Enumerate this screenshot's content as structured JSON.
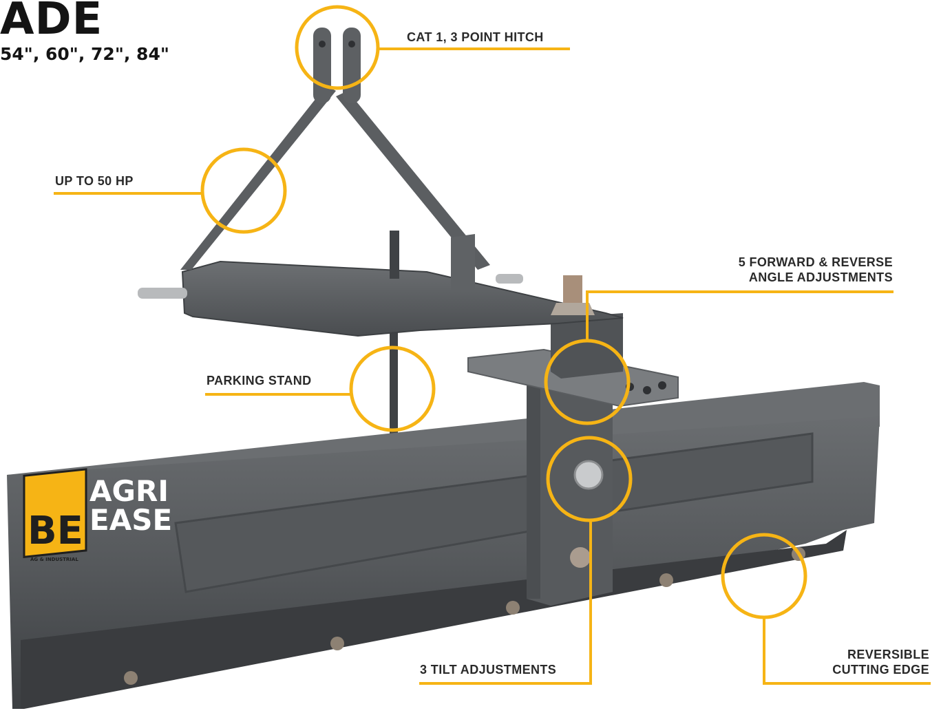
{
  "header": {
    "title": "ADE",
    "sizes": "54\", 60\", 72\", 84\""
  },
  "callouts": {
    "hitch": "CAT 1, 3 POINT HITCH",
    "hp": "UP TO 50 HP",
    "angle": [
      "5 FORWARD & REVERSE",
      "ANGLE ADJUSTMENTS"
    ],
    "parking": "PARKING STAND",
    "tilt": "3 TILT ADJUSTMENTS",
    "edge": [
      "REVERSIBLE",
      "CUTTING EDGE"
    ]
  },
  "logo": {
    "mark": "BE",
    "line1": "AGRI",
    "line2": "EASE",
    "tagline": "AG & INDUSTRIAL"
  },
  "colors": {
    "accent": "#F6B415",
    "steel": "#5d6062",
    "steel_dark": "#44474a",
    "text": "#2a2a2a"
  }
}
